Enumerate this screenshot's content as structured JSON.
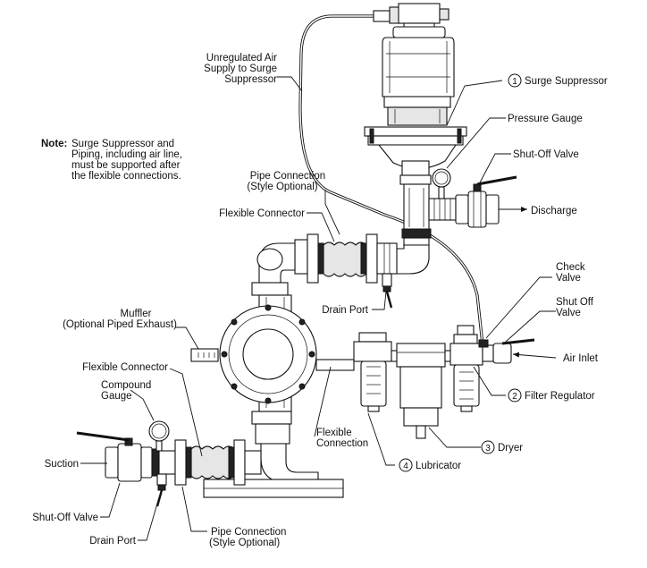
{
  "note": {
    "prefix": "Note:",
    "lines": [
      "Surge Suppressor and",
      "Piping, including air line,",
      "must be supported after",
      "the flexible connections."
    ]
  },
  "labels": {
    "unregulated_air": [
      "Unregulated Air",
      "Supply to Surge",
      "Suppressor"
    ],
    "surge_suppressor": {
      "num": "1",
      "text": "Surge Suppressor"
    },
    "pressure_gauge": "Pressure Gauge",
    "shutoff_valve_top": "Shut-Off Valve",
    "discharge": "Discharge",
    "pipe_connection_top": [
      "Pipe Connection",
      "(Style Optional)"
    ],
    "flexible_connector_top": "Flexible Connector",
    "drain_port_top": "Drain Port",
    "check_valve": [
      "Check",
      "Valve"
    ],
    "shut_off_valve_air": [
      "Shut Off",
      "Valve"
    ],
    "muffler": [
      "Muffler",
      "(Optional Piped Exhaust)"
    ],
    "air_inlet": "Air Inlet",
    "filter_regulator": {
      "num": "2",
      "text": "Filter Regulator"
    },
    "flexible_connector_bottom": "Flexible Connector",
    "compound_gauge": [
      "Compound",
      "Gauge"
    ],
    "flexible_connection": [
      "Flexible",
      "Connection"
    ],
    "dryer": {
      "num": "3",
      "text": "Dryer"
    },
    "suction": "Suction",
    "lubricator": {
      "num": "4",
      "text": "Lubricator"
    },
    "shutoff_valve_bottom": "Shut-Off Valve",
    "drain_port_bottom": "Drain Port",
    "pipe_connection_bottom": [
      "Pipe Connection",
      "(Style Optional)"
    ]
  }
}
